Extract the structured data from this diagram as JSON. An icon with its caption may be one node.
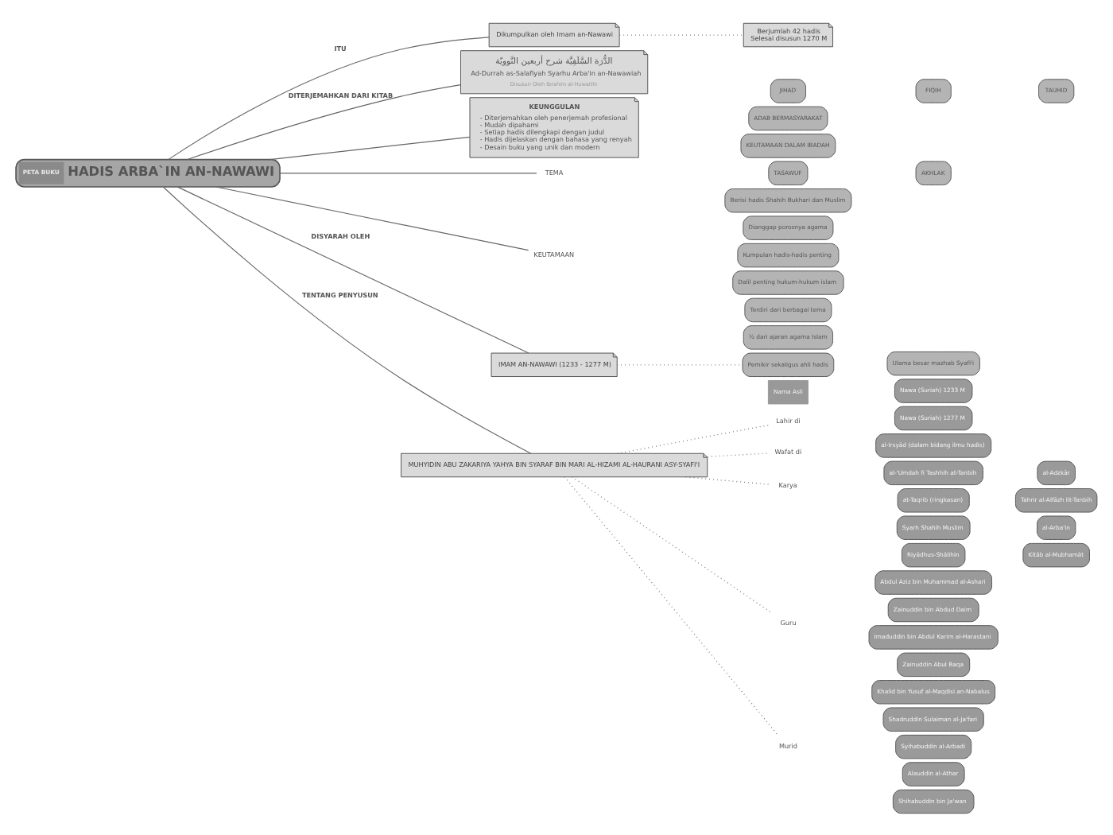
{
  "diagram": {
    "nodes": [
      {
        "text": [
          "PETA BUKU",
          "HADIS ARBA`IN AN-NAWAWI"
        ]
      },
      {
        "text": [
          "Dikumpulkan oleh Imam an-Nawawi"
        ]
      },
      {
        "text": [
          "Berjumlah 42 hadis",
          "Selesai disusun 1270 M"
        ]
      },
      {
        "text": [
          "الدُّرَة السَّلَفِيَّة شرح أربعين النَّوويّة",
          "Ad-Durrah as-Salafiyah Syarhu Arba'in an-Nawawiah",
          "Disusun Oleh Ibrahim al-Huwaithi"
        ]
      },
      {
        "text": [
          "KEUNGGULAN",
          "- Diterjemahkan oleh penerjemah profesional",
          "- Mudah dipahami",
          "- Setiap hadis dilengkapi dengan judul",
          "- Hadis dijelaskan dengan bahasa yang renyah",
          "- Desain buku yang unik dan modern"
        ]
      },
      {
        "text": [
          "TEMA"
        ]
      },
      {
        "text": [
          "JIHAD"
        ]
      },
      {
        "text": [
          "FIQIH"
        ]
      },
      {
        "text": [
          "TAUHID"
        ]
      },
      {
        "text": [
          "ADAB BERMASYARAKAT"
        ]
      },
      {
        "text": [
          "KEUTAMAAN DALAM IBADAH"
        ]
      },
      {
        "text": [
          "TASAWUF"
        ]
      },
      {
        "text": [
          "AKHLAK"
        ]
      },
      {
        "text": [
          "KEUTAMAAN"
        ]
      },
      {
        "text": [
          "Berisi hadis Shahih Bukhari dan Muslim"
        ]
      },
      {
        "text": [
          "Dianggap porosnya agama"
        ]
      },
      {
        "text": [
          "Kumpulan hadis-hadis penting"
        ]
      },
      {
        "text": [
          "Dalil penting hukum-hukum islam"
        ]
      },
      {
        "text": [
          "Terdiri dari berbagai tema"
        ]
      },
      {
        "text": [
          "½ dari ajaran agama Islam"
        ]
      },
      {
        "text": [
          "Ulama besar mazhab Syafi'i"
        ]
      },
      {
        "text": [
          "Pemikir sekaligus ahli hadis"
        ]
      },
      {
        "text": [
          "IMAM AN-NAWAWI (1233 - 1277 M)"
        ]
      },
      {
        "text": [
          "Nama Asli"
        ]
      },
      {
        "text": [
          "MUHYIDIN ABU ZAKARIYA YAHYA BIN SYARAF BIN MARI AL-HIZAMI AL-HAURANI ASY-SYAFI'I"
        ]
      },
      {
        "text": [
          "Lahir di"
        ]
      },
      {
        "text": [
          "Nawa (Suriah) 1233 M"
        ]
      },
      {
        "text": [
          "Wafat di"
        ]
      },
      {
        "text": [
          "Nawa (Suriah) 1277 M"
        ]
      },
      {
        "text": [
          "Karya"
        ]
      },
      {
        "text": [
          "al-Irsyād (dalam bidang ilmu hadis)"
        ]
      },
      {
        "text": [
          "al-'Umdah fi Tashhih at-Tanbih"
        ]
      },
      {
        "text": [
          "al-Adzkār"
        ]
      },
      {
        "text": [
          "at-Taqrib (ringkasan)"
        ]
      },
      {
        "text": [
          "Tahrir al-Alfāzh lit-Tanbih"
        ]
      },
      {
        "text": [
          "Syarh Shahih Muslim"
        ]
      },
      {
        "text": [
          "al-Arba'in"
        ]
      },
      {
        "text": [
          "Riyādhus-Shālihin"
        ]
      },
      {
        "text": [
          "Kitāb al-Mubhamāt"
        ]
      },
      {
        "text": [
          "Guru"
        ]
      },
      {
        "text": [
          "Abdul Aziz bin Muhammad al-Ashari"
        ]
      },
      {
        "text": [
          "Zainuddin bin Abdud Daim"
        ]
      },
      {
        "text": [
          "Imaduddin bin Abdul Karim al-Harastani"
        ]
      },
      {
        "text": [
          "Zainuddin Abul Baqa"
        ]
      },
      {
        "text": [
          "Khalid bin Yusuf al-Maqdisi an-Nabalus"
        ]
      },
      {
        "text": [
          "Murid"
        ]
      },
      {
        "text": [
          "Shadruddin Sulaiman al-Ja'fari"
        ]
      },
      {
        "text": [
          "Syihabuddin al-Arbadi"
        ]
      },
      {
        "text": [
          "Alauddin al-Athar"
        ]
      },
      {
        "text": [
          "Shihabuddin bin Ja'wan"
        ]
      }
    ],
    "edges": [
      {
        "from": 0,
        "to": 1,
        "arrow": "none",
        "label": "ITU"
      },
      {
        "from": 1,
        "to": 2,
        "arrow": "none",
        "style": "dashed"
      },
      {
        "from": 0,
        "to": 3,
        "arrow": "none",
        "label": "DITERJEMAHKAN DARI KITAB"
      },
      {
        "from": 0,
        "to": 4,
        "arrow": "none"
      },
      {
        "from": 0,
        "to": 5,
        "arrow": "none"
      },
      {
        "from": 0,
        "to": 13,
        "arrow": "none"
      },
      {
        "from": 0,
        "to": 22,
        "arrow": "none",
        "label": "DISYARAH OLEH"
      },
      {
        "from": 22,
        "to": 21,
        "arrow": "none",
        "style": "dashed"
      },
      {
        "from": 0,
        "to": 24,
        "arrow": "none",
        "label": "TENTANG PENYUSUN"
      },
      {
        "from": 24,
        "to": 25,
        "arrow": "none",
        "style": "dashed"
      },
      {
        "from": 24,
        "to": 27,
        "arrow": "none",
        "style": "dashed"
      },
      {
        "from": 24,
        "to": 29,
        "arrow": "none",
        "style": "dashed"
      },
      {
        "from": 24,
        "to": 39,
        "arrow": "none",
        "style": "dashed"
      },
      {
        "from": 24,
        "to": 45,
        "arrow": "none",
        "style": "dashed"
      }
    ]
  }
}
